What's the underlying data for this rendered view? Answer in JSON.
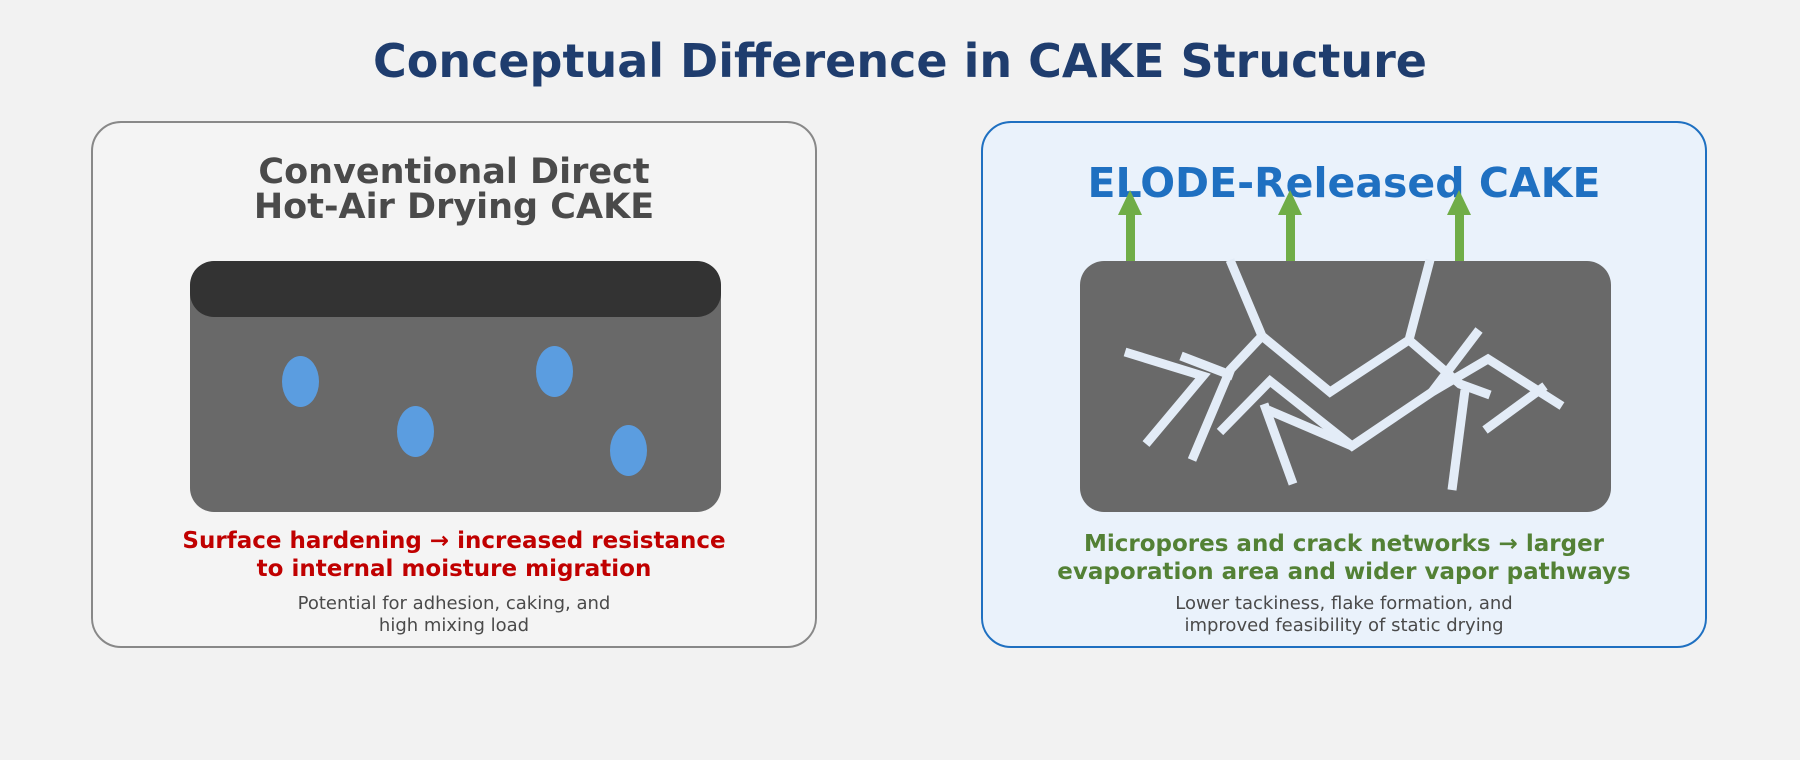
{
  "title": "Conceptual Difference in CAKE Structure",
  "left_panel": {
    "title_line1": "Conventional Direct",
    "title_line2": "Hot-Air Drying CAKE",
    "message_line1": "Surface hardening → increased resistance",
    "message_line2": "to internal moisture migration",
    "note_line1": "Potential for adhesion, caking, and",
    "note_line2": "high mixing load"
  },
  "right_panel": {
    "title": "ELODE-Released CAKE",
    "message_line1": "Micropores and crack networks → larger",
    "message_line2": "evaporation area and wider vapor pathways",
    "note_line1": "Lower tackiness, flake formation, and",
    "note_line2": "improved feasibility of static drying"
  },
  "colors": {
    "title": "#1f3d6e",
    "left_border": "#888888",
    "right_border": "#1f70c1",
    "crust": "#333333",
    "cake_body": "#696969",
    "moisture_droplet": "#5b9de0",
    "crack": "#e3ecf7",
    "vapor_arrow": "#70ad47",
    "left_message": "#c00000",
    "right_message": "#538135"
  }
}
